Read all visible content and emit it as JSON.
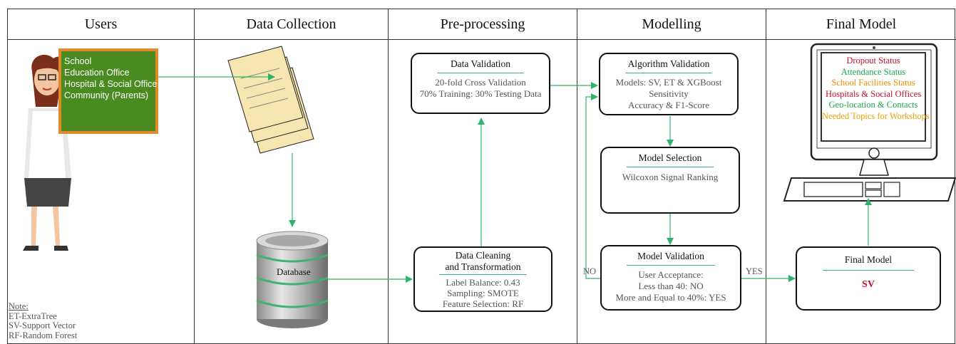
{
  "lanes": [
    "Users",
    "Data Collection",
    "Pre-processing",
    "Modelling",
    "Final Model"
  ],
  "users": {
    "board_lines": [
      "School",
      "Education Office",
      "Hospital & Social Office",
      "Community (Parents)"
    ]
  },
  "note": {
    "heading": "Note:",
    "lines": [
      "ET-ExtraTree",
      "SV-Support Vector",
      "RF-Random Forest"
    ]
  },
  "database": {
    "label": "Database"
  },
  "data_validation": {
    "title": "Data Validation",
    "lines": [
      "20-fold Cross Validation",
      "70% Training: 30% Testing Data"
    ]
  },
  "data_cleaning": {
    "title_lines": [
      "Data Cleaning",
      "and Transformation"
    ],
    "lines": [
      "Label Balance:  0.43",
      "Sampling: SMOTE",
      "Feature Selection: RF"
    ]
  },
  "algorithm_validation": {
    "title": "Algorithm Validation",
    "lines": [
      "Models: SV, ET & XGBoost",
      "Sensitivity",
      "Accuracy & F1-Score"
    ]
  },
  "model_selection": {
    "title": "Model Selection",
    "lines": [
      "Wilcoxon Signal Ranking"
    ]
  },
  "model_validation": {
    "title": "Model  Validation",
    "lines": [
      "User Acceptance:",
      "Less than 40: NO",
      "More and Equal to 40%: YES"
    ]
  },
  "edge_labels": {
    "no": "NO",
    "yes": "YES"
  },
  "final_model_box": {
    "title": "Final Model",
    "value": "SV"
  },
  "monitor_items": [
    {
      "text": "Dropout Status",
      "color": "#c8102e"
    },
    {
      "text": "Attendance Status",
      "color": "#1aa64a"
    },
    {
      "text": "School Facilities Status",
      "color": "#f08c00"
    },
    {
      "text": "Hospitals & Social Offices",
      "color": "#c8102e"
    },
    {
      "text": "Geo-location & Contacts",
      "color": "#1aa64a"
    },
    {
      "text": "Needed Topics for Workshops",
      "color": "#f0a000"
    }
  ],
  "colors": {
    "arrow": "#2db36b",
    "accent_rule": "#3cb37a",
    "final_value": "#c8102e"
  }
}
